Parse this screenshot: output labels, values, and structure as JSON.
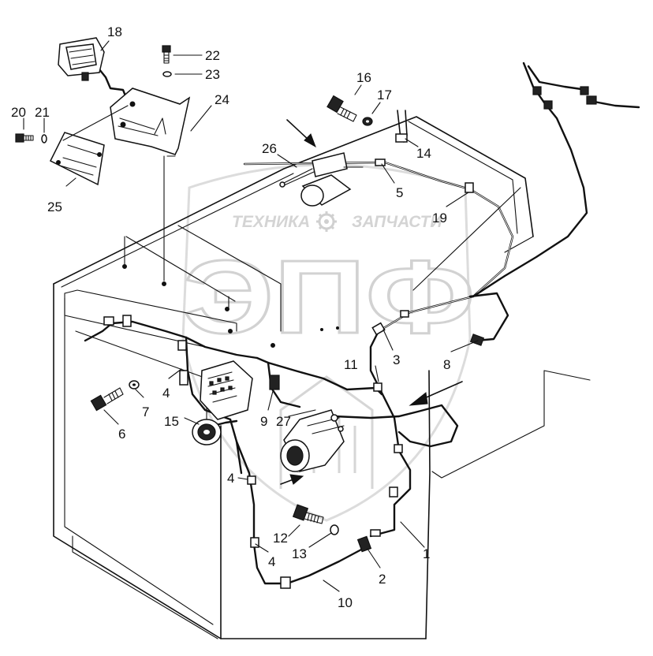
{
  "watermark": {
    "brand_left": "ТЕХНИКА",
    "brand_right": "ЗАПЧАСТИ",
    "monogram": "ЭПФ",
    "color": "#d2d2d2"
  },
  "callouts": {
    "c1": "1",
    "c2": "2",
    "c3": "3",
    "c4a": "4",
    "c4b": "4",
    "c4c": "4",
    "c5": "5",
    "c6": "6",
    "c7": "7",
    "c8": "8",
    "c9": "9",
    "c10": "10",
    "c11": "11",
    "c12": "12",
    "c13": "13",
    "c14": "14",
    "c15": "15",
    "c16": "16",
    "c17": "17",
    "c18": "18",
    "c19": "19",
    "c20": "20",
    "c21": "21",
    "c22": "22",
    "c23": "23",
    "c24": "24",
    "c25": "25",
    "c26": "26",
    "c27": "27"
  },
  "icons": {
    "watermark_gear": "gear-icon",
    "flow_arrows": "arrow-icon"
  }
}
